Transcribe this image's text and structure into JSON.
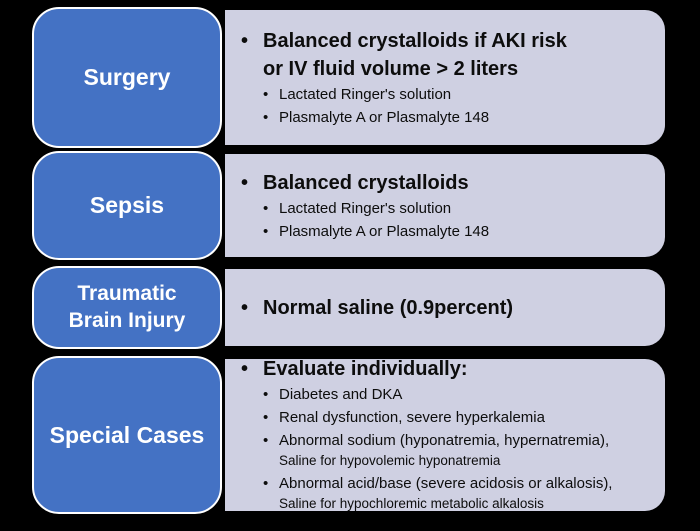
{
  "glyphs": {
    "bullet": "•"
  },
  "colors": {
    "category_fill": "#4472C4",
    "category_border": "#FFFFFF",
    "category_text": "#FFFFFF",
    "panel_fill": "#CFD0E2",
    "panel_text": "#0D0D0D",
    "background": "#000000"
  },
  "rows": [
    {
      "label_lines": [
        "Surgery"
      ],
      "main_lines": [
        "Balanced crystalloids if AKI risk",
        "or IV fluid volume > 2 liters"
      ],
      "subs": [
        {
          "text": "Lactated Ringer's solution"
        },
        {
          "text": "Plasmalyte A or Plasmalyte 148"
        }
      ]
    },
    {
      "label_lines": [
        "Sepsis"
      ],
      "main_lines": [
        "Balanced crystalloids"
      ],
      "subs": [
        {
          "text": "Lactated Ringer's solution"
        },
        {
          "text": "Plasmalyte A or Plasmalyte 148"
        }
      ]
    },
    {
      "label_lines": [
        "Traumatic",
        "Brain Injury"
      ],
      "main_lines": [
        "Normal saline (0.9percent)"
      ],
      "subs": []
    },
    {
      "label_lines": [
        "Special Cases"
      ],
      "main_lines": [
        "Evaluate individually:"
      ],
      "subs": [
        {
          "text": "Diabetes and DKA"
        },
        {
          "text": "Renal dysfunction, severe hyperkalemia"
        },
        {
          "text": "Abnormal sodium (hyponatremia, hypernatremia),",
          "note": "Saline for hypovolemic hyponatremia"
        },
        {
          "text": "Abnormal acid/base (severe acidosis or alkalosis),",
          "note": "Saline for hypochloremic metabolic alkalosis"
        }
      ]
    }
  ]
}
